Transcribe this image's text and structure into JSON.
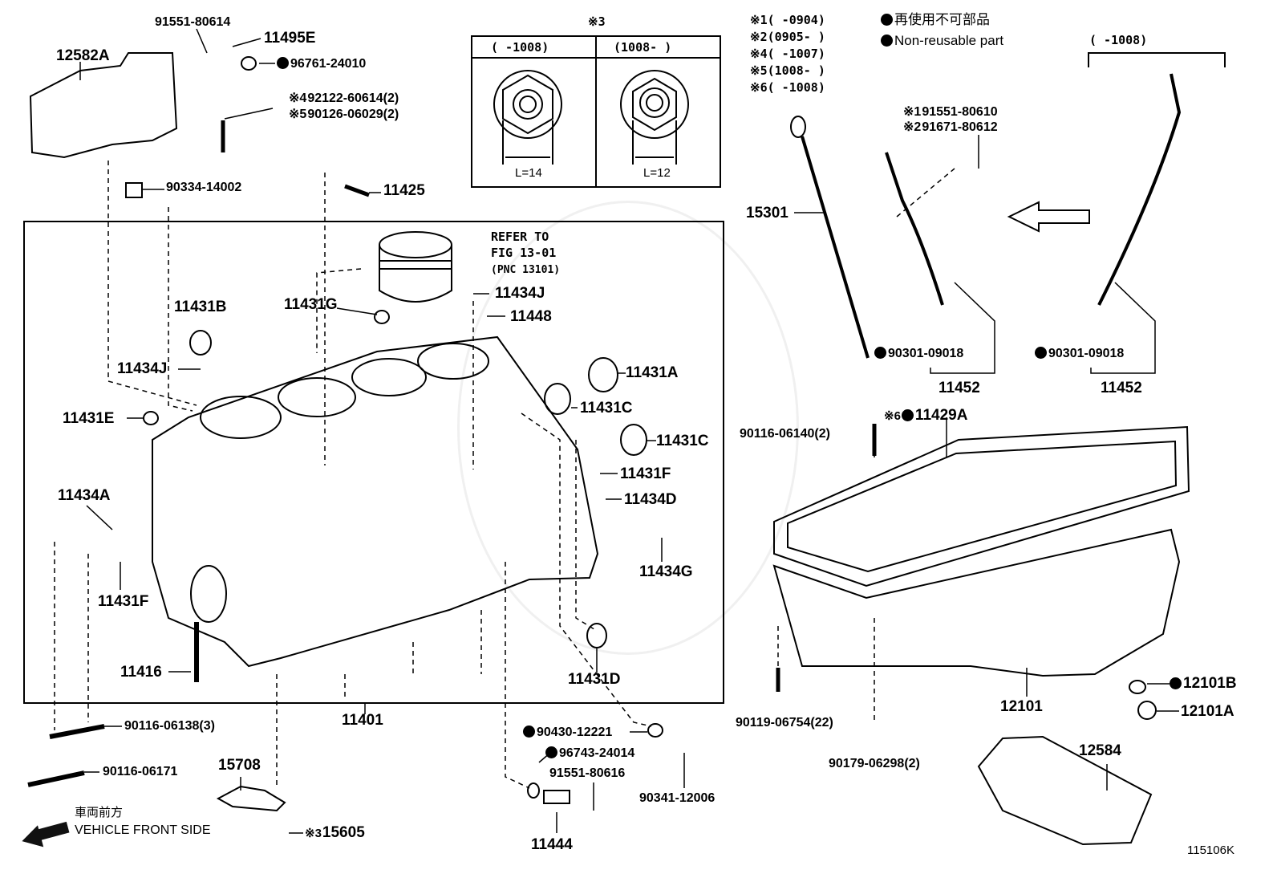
{
  "diagram_code": "115106K",
  "legend": {
    "reuse_jp": "再使用不可部品",
    "reuse_en": "Non-reusable part",
    "notes": [
      {
        "mark": "※1",
        "range": "(      -0904)"
      },
      {
        "mark": "※2",
        "range": "(0905-      )"
      },
      {
        "mark": "※4",
        "range": "(      -1007)"
      },
      {
        "mark": "※5",
        "range": "(1008-      )"
      },
      {
        "mark": "※6",
        "range": "(      -1008)"
      }
    ]
  },
  "detail_box": {
    "title": "※3",
    "left_header": "(      -1008)",
    "right_header": "(1008-      )",
    "left_dim": "L=14",
    "right_dim": "L=12"
  },
  "gauge_range": "(      -1008)",
  "refer": {
    "line1": "REFER TO",
    "line2": "FIG 13-01",
    "line3": "(PNC 13101)"
  },
  "front_side": {
    "jp": "車両前方",
    "en": "VEHICLE FRONT SIDE"
  },
  "parts": {
    "p12582A": "12582A",
    "p91551_80614": "91551-80614",
    "p11495E": "11495E",
    "p96761": "96761-24010",
    "p92122": "92122-60614(2)",
    "p90126": "90126-06029(2)",
    "p90334": "90334-14002",
    "p11425": "11425",
    "p11431B": "11431B",
    "p11431G": "11431G",
    "p11434J_top": "11434J",
    "p11448": "11448",
    "p11434J_left": "11434J",
    "p11431A": "11431A",
    "p11431E": "11431E",
    "p11431C_1": "11431C",
    "p11431C_2": "11431C",
    "p11431F_r": "11431F",
    "p11434A": "11434A",
    "p11434D": "11434D",
    "p11434G": "11434G",
    "p11431F_l": "11431F",
    "p11416": "11416",
    "p11431D": "11431D",
    "p11401": "11401",
    "p90116_06138": "90116-06138(3)",
    "p90116_06171": "90116-06171",
    "p15708": "15708",
    "p15605": "15605",
    "p90430": "90430-12221",
    "p96743": "96743-24014",
    "p91551_80616": "91551-80616",
    "p90341": "90341-12006",
    "p11444": "11444",
    "p15301": "15301",
    "p91551_80610": "91551-80610",
    "p91671": "91671-80612",
    "p90301_a": "90301-09018",
    "p90301_b": "90301-09018",
    "p11452_a": "11452",
    "p11452_b": "11452",
    "p90116_06140": "90116-06140(2)",
    "p11429A": "11429A",
    "p90119": "90119-06754(22)",
    "p90179": "90179-06298(2)",
    "p12101": "12101",
    "p12101B": "12101B",
    "p12101A": "12101A",
    "p12584": "12584"
  }
}
